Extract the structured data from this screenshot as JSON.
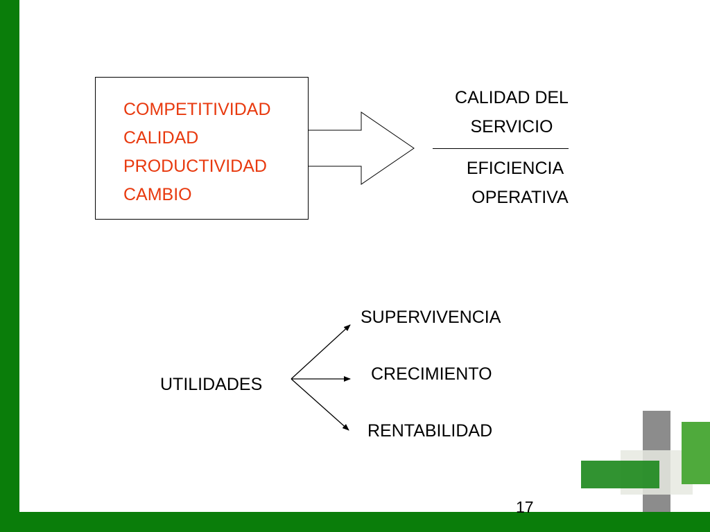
{
  "slide": {
    "factors": [
      "COMPETITIVIDAD",
      "CALIDAD",
      "PRODUCTIVIDAD",
      "CAMBIO"
    ],
    "factor_color": "#e8390e",
    "ratio": {
      "numerator": [
        "CALIDAD DEL",
        "SERVICIO"
      ],
      "denominator": [
        "EFICIENCIA",
        "OPERATIVA"
      ]
    },
    "source": "UTILIDADES",
    "targets": [
      "SUPERVIVENCIA",
      "CRECIMIENTO",
      "RENTABILIDAD"
    ],
    "page_number": "17",
    "accent_color": "#0a7d0a"
  }
}
